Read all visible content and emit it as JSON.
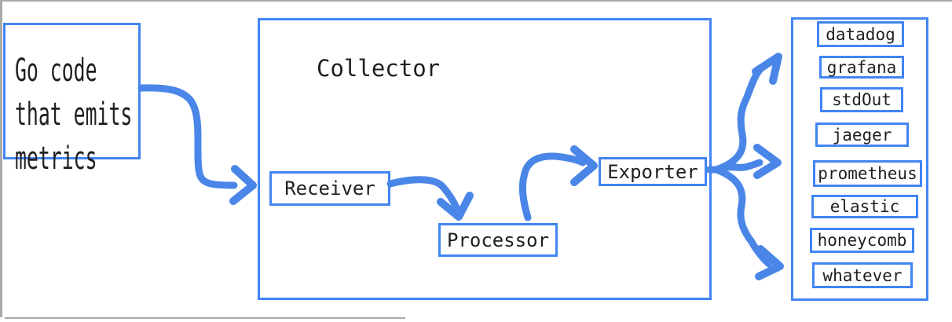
{
  "colors": {
    "box_border_blue": "#4285f4",
    "arrow_blue": "#4a86e8",
    "text_ink": "#1f1f1f",
    "frame_gray": "#a9a9a9"
  },
  "source": {
    "text": "Go code\nthat emits\nmetrics"
  },
  "collector": {
    "title": "Collector",
    "stages": {
      "receiver": "Receiver",
      "processor": "Processor",
      "exporter": "Exporter"
    }
  },
  "sinks": [
    "datadog",
    "grafana",
    "stdOut",
    "jaeger",
    "prometheus",
    "elastic",
    "honeycomb",
    "whatever"
  ],
  "icons": {
    "arrows": [
      "source-to-collector-arrow",
      "receiver-to-processor-arrow",
      "processor-to-exporter-arrow",
      "exporter-fanout-up-arrow",
      "exporter-fanout-middle-arrow",
      "exporter-fanout-down-arrow"
    ]
  }
}
